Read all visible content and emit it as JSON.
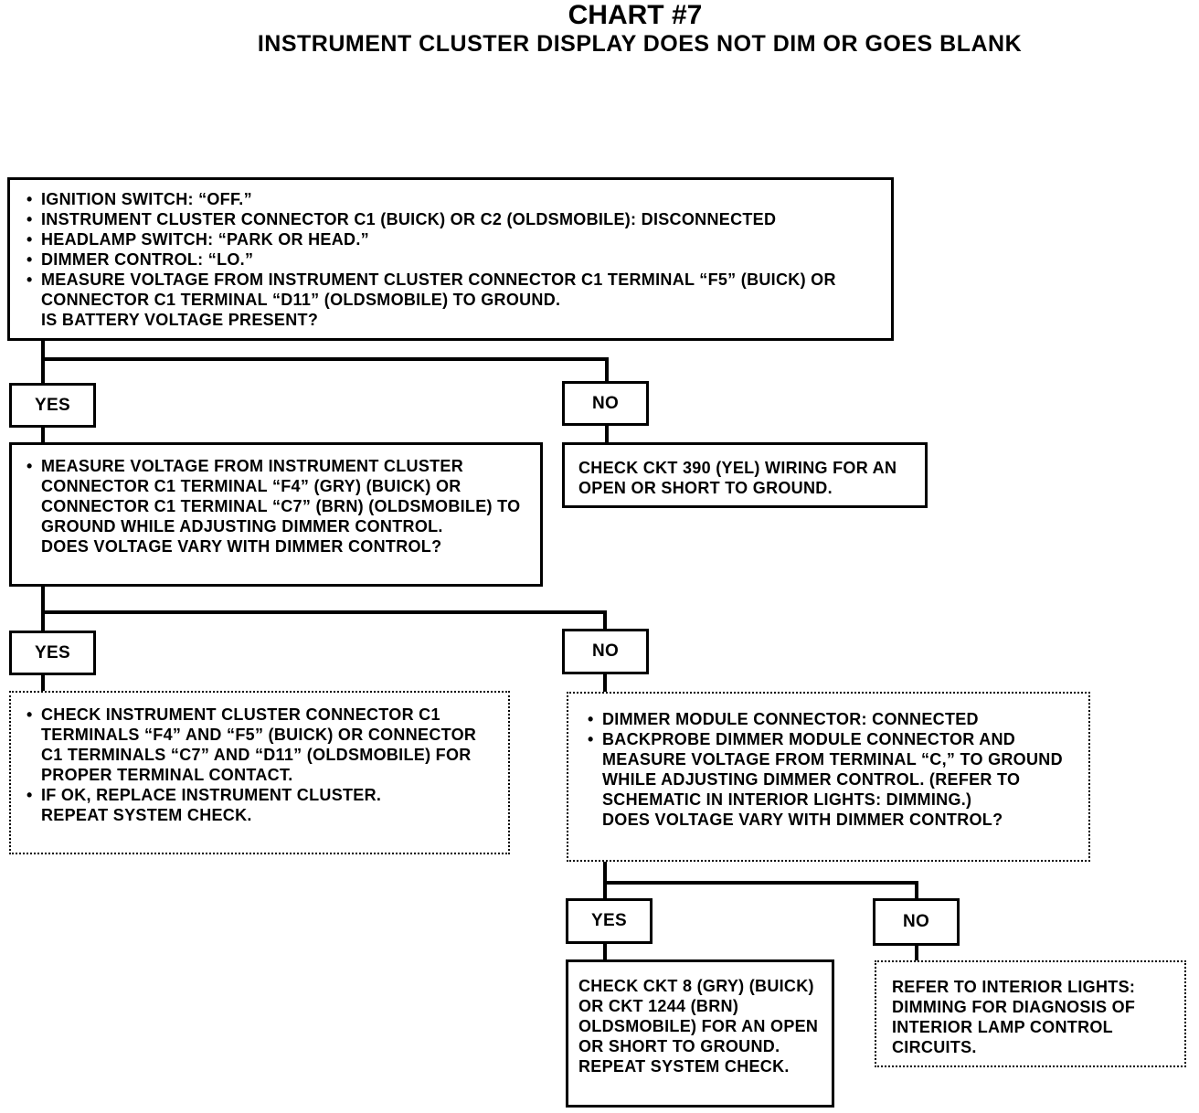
{
  "header": {
    "title": "CHART #7",
    "subtitle": "INSTRUMENT CLUSTER DISPLAY DOES NOT DIM OR GOES BLANK"
  },
  "nodes": {
    "step1": {
      "bullets": [
        "IGNITION SWITCH: “OFF.”",
        "INSTRUMENT CLUSTER CONNECTOR C1 (BUICK) OR C2 (OLDSMOBILE): DISCONNECTED",
        "HEADLAMP SWITCH: “PARK OR HEAD.”",
        "DIMMER CONTROL: “LO.”",
        "MEASURE VOLTAGE FROM INSTRUMENT CLUSTER CONNECTOR C1 TERMINAL “F5” (BUICK) OR CONNECTOR C1 TERMINAL “D11” (OLDSMOBILE) TO GROUND."
      ],
      "question": "IS BATTERY VOLTAGE PRESENT?"
    },
    "yes1": "YES",
    "no1": "NO",
    "no1_result": "CHECK CKT 390 (YEL) WIRING FOR AN OPEN OR SHORT TO GROUND.",
    "step2": {
      "bullets": [
        "MEASURE VOLTAGE FROM INSTRUMENT CLUSTER CONNECTOR C1 TERMINAL “F4” (GRY) (BUICK) OR CONNECTOR C1 TERMINAL “C7” (BRN) (OLDSMOBILE) TO GROUND WHILE ADJUSTING DIMMER CONTROL."
      ],
      "question": "DOES VOLTAGE VARY WITH DIMMER CONTROL?"
    },
    "yes2": "YES",
    "no2": "NO",
    "yes2_result": {
      "bullets": [
        "CHECK INSTRUMENT CLUSTER CONNECTOR C1 TERMINALS “F4” AND “F5” (BUICK) OR CONNECTOR C1 TERMINALS “C7” AND “D11” (OLDSMOBILE) FOR PROPER TERMINAL CONTACT.",
        "IF OK, REPLACE INSTRUMENT CLUSTER."
      ],
      "after": "REPEAT SYSTEM CHECK."
    },
    "step3": {
      "bullets": [
        "DIMMER MODULE CONNECTOR: CONNECTED",
        "BACKPROBE DIMMER MODULE CONNECTOR AND MEASURE VOLTAGE FROM TERMINAL “C,” TO GROUND WHILE ADJUSTING DIMMER CONTROL. (REFER TO SCHEMATIC IN INTERIOR LIGHTS: DIMMING.)"
      ],
      "question": "DOES VOLTAGE VARY WITH DIMMER CONTROL?"
    },
    "yes3": "YES",
    "no3": "NO",
    "yes3_result": "CHECK CKT 8 (GRY) (BUICK) OR CKT 1244 (BRN) OLDSMOBILE) FOR AN OPEN OR SHORT TO GROUND. REPEAT SYSTEM CHECK.",
    "no3_result": "REFER TO INTERIOR LIGHTS: DIMMING FOR DIAGNOSIS OF INTERIOR LAMP CONTROL CIRCUITS."
  }
}
